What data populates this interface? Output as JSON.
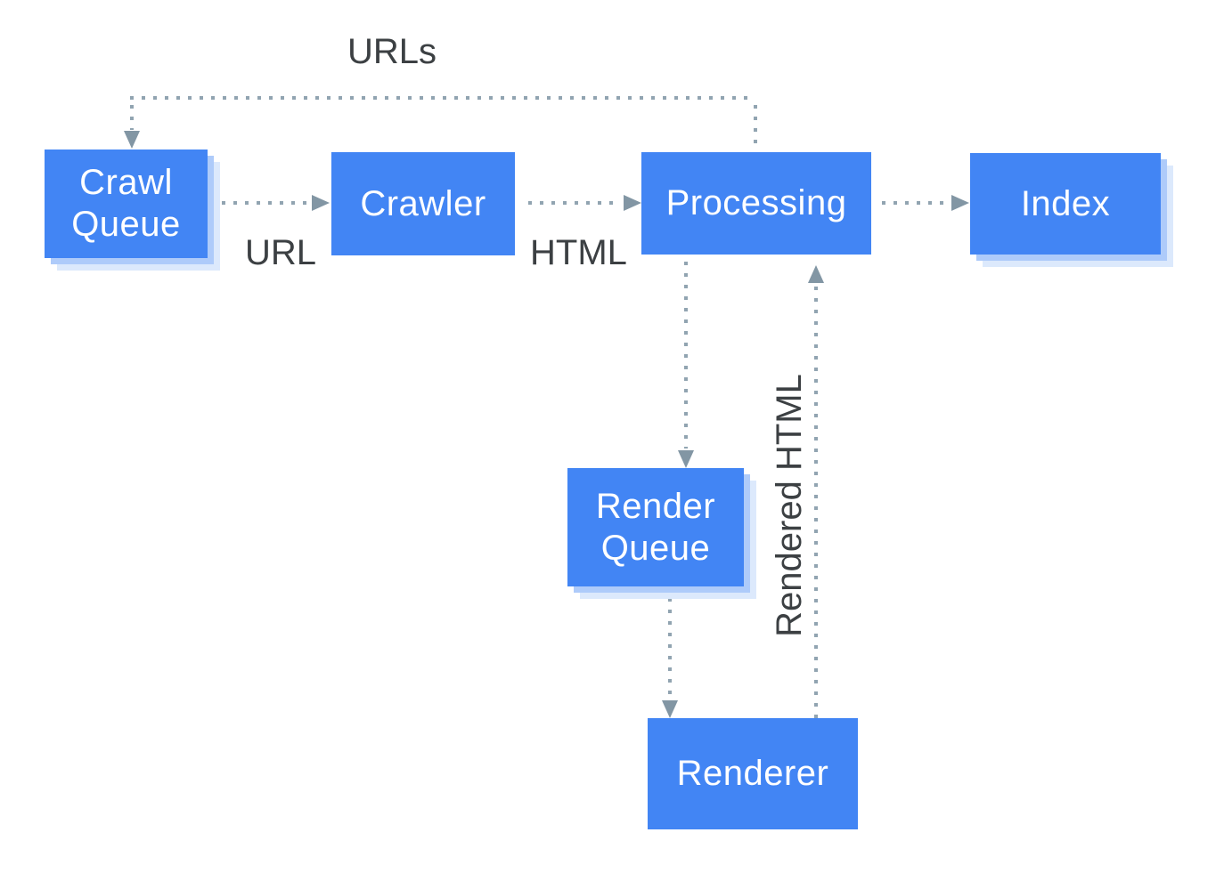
{
  "diagram": {
    "description": "Googlebot crawl, render and index pipeline flow diagram",
    "boxes": [
      {
        "id": "crawl-queue",
        "label": "Crawl Queue"
      },
      {
        "id": "crawler",
        "label": "Crawler"
      },
      {
        "id": "processing",
        "label": "Processing"
      },
      {
        "id": "index",
        "label": "Index"
      },
      {
        "id": "render-queue",
        "label": "Render Queue"
      },
      {
        "id": "renderer",
        "label": "Renderer"
      }
    ],
    "edge_labels": {
      "urls": "URLs",
      "url": "URL",
      "html": "HTML",
      "rendered_html": "Rendered HTML"
    },
    "edges": [
      {
        "from": "crawl-queue",
        "to": "crawler",
        "label": "URL"
      },
      {
        "from": "crawler",
        "to": "processing",
        "label": "HTML"
      },
      {
        "from": "processing",
        "to": "index",
        "label": ""
      },
      {
        "from": "processing",
        "to": "crawl-queue",
        "label": "URLs"
      },
      {
        "from": "processing",
        "to": "render-queue",
        "label": ""
      },
      {
        "from": "render-queue",
        "to": "renderer",
        "label": ""
      },
      {
        "from": "renderer",
        "to": "processing",
        "label": "Rendered HTML"
      }
    ],
    "colors": {
      "box_fill": "#4285F4",
      "box_text": "#FFFFFF",
      "shadow_inner": "#AECBFA",
      "shadow_outer": "#DCE9FC",
      "dotted_line": "#91A4B1",
      "arrowhead": "#8296A4",
      "label_text": "#3C4043",
      "background": "#FFFFFF"
    }
  }
}
